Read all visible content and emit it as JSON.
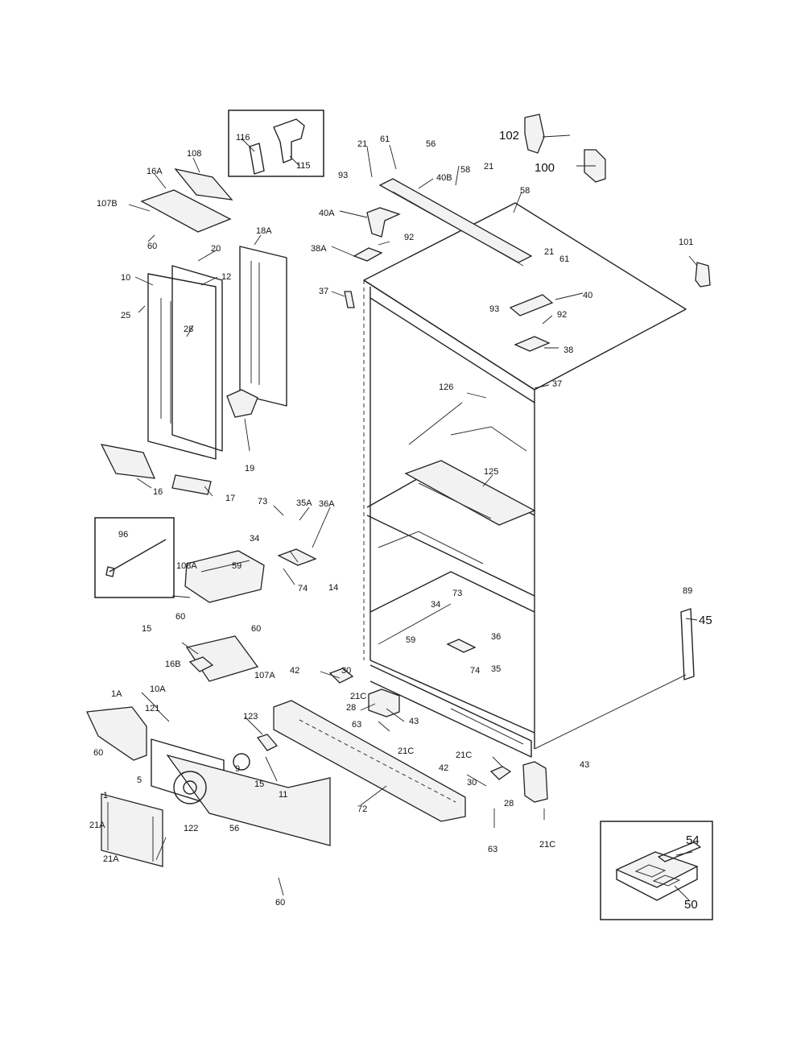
{
  "part_numbers": [
    "116",
    "115",
    "108",
    "16A",
    "107B",
    "60",
    "20",
    "18A",
    "10",
    "12",
    "25",
    "28",
    "19",
    "16",
    "17",
    "96",
    "73",
    "35A",
    "36A",
    "34",
    "59",
    "108A",
    "74",
    "60",
    "60",
    "15",
    "16B",
    "107A",
    "14",
    "1A",
    "10A",
    "121",
    "123",
    "60",
    "5",
    "9",
    "15",
    "11",
    "1",
    "21A",
    "21A",
    "122",
    "56",
    "60",
    "72",
    "30",
    "42",
    "21C",
    "28",
    "63",
    "43",
    "21C",
    "21",
    "61",
    "56",
    "40B",
    "58",
    "21",
    "58",
    "93",
    "40A",
    "92",
    "38A",
    "37",
    "93",
    "21",
    "61",
    "40",
    "92",
    "38",
    "37",
    "126",
    "125",
    "73",
    "34",
    "59",
    "36",
    "74",
    "35",
    "102",
    "100",
    "101",
    "89",
    "45",
    "21C",
    "42",
    "30",
    "28",
    "63",
    "43",
    "21C",
    "54",
    "50"
  ]
}
